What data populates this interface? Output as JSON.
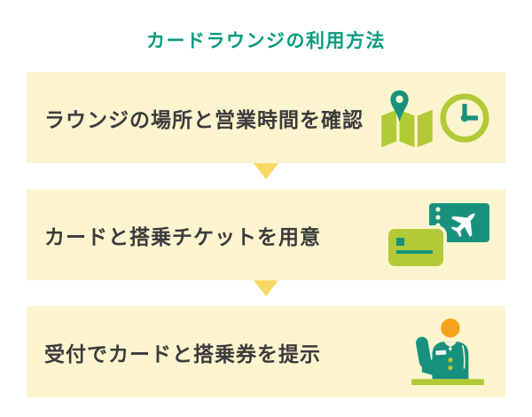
{
  "title": "カードラウンジの利用方法",
  "steps": [
    {
      "label": "ラウンジの場所と営業時間を確認",
      "icons": [
        "map-icon",
        "clock-icon"
      ]
    },
    {
      "label": "カードと搭乗チケットを用意",
      "icons": [
        "credit-card-icon",
        "boarding-ticket-icon"
      ]
    },
    {
      "label": "受付でカードと搭乗券を提示",
      "icons": [
        "receptionist-icon"
      ]
    }
  ],
  "connectors": [
    {
      "type": "arrow-down"
    },
    {
      "type": "arrow-down"
    }
  ],
  "colors": {
    "title_text": "#0a9b80",
    "step_box_bg": "#fbf4ce",
    "step_text": "#3b3b3b",
    "icon_lime": "#b2ca35",
    "icon_teal": "#17917e",
    "icon_orange": "#f5a21d",
    "arrow_yellow": "#f6d862",
    "background": "#ffffff"
  }
}
